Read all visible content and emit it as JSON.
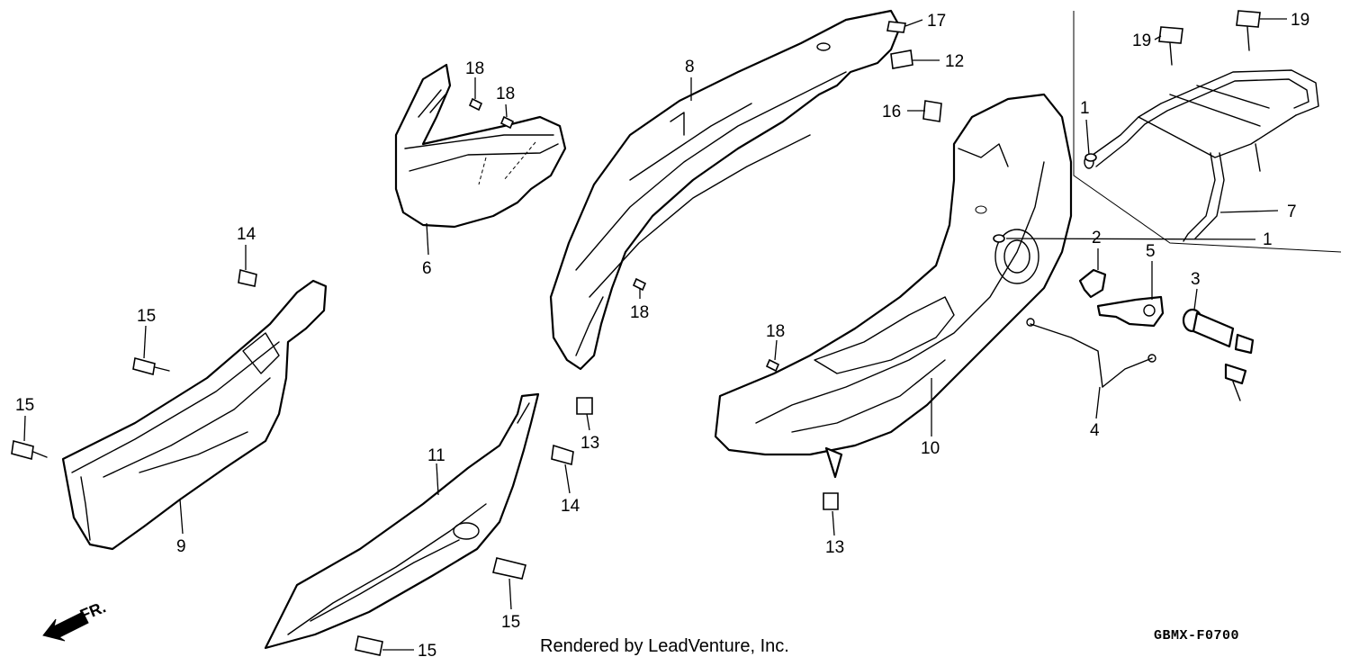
{
  "diagram": {
    "callouts": [
      "1",
      "1",
      "2",
      "3",
      "4",
      "5",
      "6",
      "7",
      "8",
      "9",
      "10",
      "11",
      "12",
      "13",
      "13",
      "14",
      "14",
      "15",
      "15",
      "15",
      "15",
      "16",
      "17",
      "18",
      "18",
      "18",
      "18",
      "19",
      "19"
    ],
    "front_arrow_label": "FR.",
    "credit": "Rendered by LeadVenture, Inc.",
    "diagram_code": "GBMX-F0700"
  }
}
